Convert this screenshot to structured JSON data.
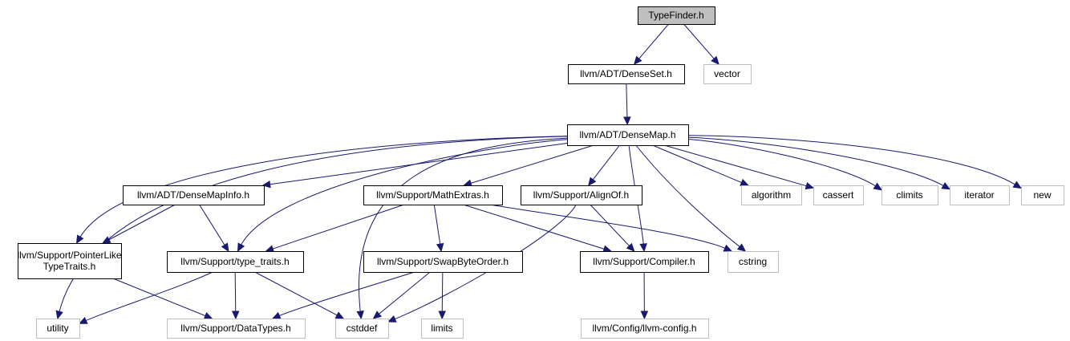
{
  "colors": {
    "root_fill": "#bfbfbf",
    "node_fill": "#ffffff",
    "documented_border": "#000000",
    "external_border": "#bfbfbf",
    "edge": "#191970"
  },
  "nodes": [
    {
      "id": "typefinder",
      "label": "TypeFinder.h",
      "kind": "root"
    },
    {
      "id": "denseset",
      "label": "llvm/ADT/DenseSet.h",
      "kind": "documented"
    },
    {
      "id": "vector",
      "label": "vector",
      "kind": "external"
    },
    {
      "id": "densemap",
      "label": "llvm/ADT/DenseMap.h",
      "kind": "documented"
    },
    {
      "id": "densemapinfo",
      "label": "llvm/ADT/DenseMapInfo.h",
      "kind": "documented"
    },
    {
      "id": "mathextras",
      "label": "llvm/Support/MathExtras.h",
      "kind": "documented"
    },
    {
      "id": "alignof",
      "label": "llvm/Support/AlignOf.h",
      "kind": "documented"
    },
    {
      "id": "algorithm",
      "label": "algorithm",
      "kind": "external"
    },
    {
      "id": "cassert",
      "label": "cassert",
      "kind": "external"
    },
    {
      "id": "climits",
      "label": "climits",
      "kind": "external"
    },
    {
      "id": "iterator",
      "label": "iterator",
      "kind": "external"
    },
    {
      "id": "new",
      "label": "new",
      "kind": "external"
    },
    {
      "id": "pointerlike",
      "label": [
        "llvm/Support/PointerLike",
        "TypeTraits.h"
      ],
      "kind": "documented"
    },
    {
      "id": "typetraits",
      "label": "llvm/Support/type_traits.h",
      "kind": "documented"
    },
    {
      "id": "swapbyteorder",
      "label": "llvm/Support/SwapByteOrder.h",
      "kind": "documented"
    },
    {
      "id": "compiler",
      "label": "llvm/Support/Compiler.h",
      "kind": "documented"
    },
    {
      "id": "cstring",
      "label": "cstring",
      "kind": "external"
    },
    {
      "id": "utility",
      "label": "utility",
      "kind": "external"
    },
    {
      "id": "datatypes",
      "label": "llvm/Support/DataTypes.h",
      "kind": "external"
    },
    {
      "id": "cstddef",
      "label": "cstddef",
      "kind": "external"
    },
    {
      "id": "limits",
      "label": "limits",
      "kind": "external"
    },
    {
      "id": "llvmconfig",
      "label": "llvm/Config/llvm-config.h",
      "kind": "external"
    }
  ],
  "edges": [
    [
      "typefinder",
      "denseset"
    ],
    [
      "typefinder",
      "vector"
    ],
    [
      "denseset",
      "densemap"
    ],
    [
      "densemap",
      "densemapinfo"
    ],
    [
      "densemap",
      "mathextras"
    ],
    [
      "densemap",
      "alignof"
    ],
    [
      "densemap",
      "algorithm"
    ],
    [
      "densemap",
      "cassert"
    ],
    [
      "densemap",
      "climits"
    ],
    [
      "densemap",
      "iterator"
    ],
    [
      "densemap",
      "new"
    ],
    [
      "densemap",
      "pointerlike"
    ],
    [
      "densemap",
      "typetraits"
    ],
    [
      "densemap",
      "utility"
    ],
    [
      "densemap",
      "cstddef"
    ],
    [
      "densemap",
      "compiler"
    ],
    [
      "densemap",
      "cstring"
    ],
    [
      "densemapinfo",
      "pointerlike"
    ],
    [
      "densemapinfo",
      "typetraits"
    ],
    [
      "mathextras",
      "typetraits"
    ],
    [
      "mathextras",
      "swapbyteorder"
    ],
    [
      "mathextras",
      "compiler"
    ],
    [
      "mathextras",
      "cstring"
    ],
    [
      "alignof",
      "compiler"
    ],
    [
      "alignof",
      "cstddef"
    ],
    [
      "pointerlike",
      "datatypes"
    ],
    [
      "typetraits",
      "utility"
    ],
    [
      "typetraits",
      "datatypes"
    ],
    [
      "typetraits",
      "cstddef"
    ],
    [
      "swapbyteorder",
      "datatypes"
    ],
    [
      "swapbyteorder",
      "cstddef"
    ],
    [
      "swapbyteorder",
      "limits"
    ],
    [
      "compiler",
      "llvmconfig"
    ]
  ]
}
